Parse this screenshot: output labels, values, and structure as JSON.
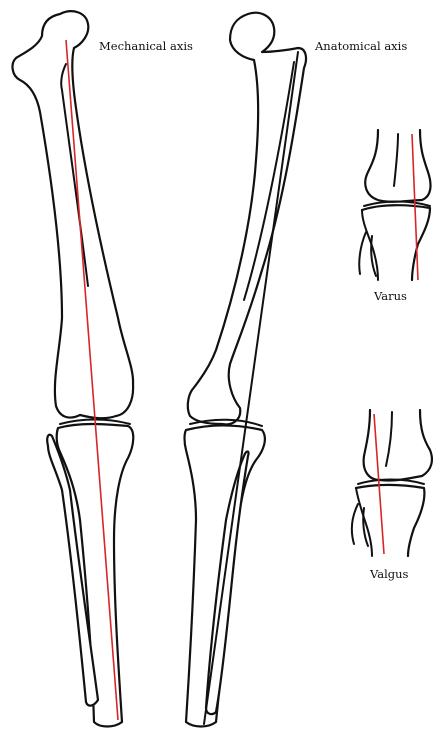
{
  "labels": {
    "mechanical_axis": "Mechanical axis",
    "anatomical_axis": "Anatomical axis",
    "varus": "Varus",
    "valgus": "Valgus"
  },
  "colors": {
    "axis": "#d62728",
    "outline": "#111111",
    "background": "#ffffff"
  }
}
